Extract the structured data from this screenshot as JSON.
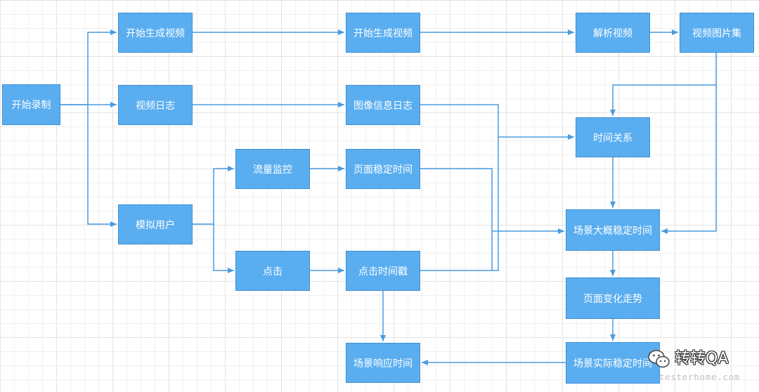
{
  "nodes": {
    "start_recording": "开始录制",
    "start_gen_video_1": "开始生成视频",
    "video_log": "视频日志",
    "simulate_user": "模拟用户",
    "traffic_monitor": "流量监控",
    "click": "点击",
    "start_gen_video_2": "开始生成视频",
    "image_info_log": "图像信息日志",
    "page_stable_time": "页面稳定时间",
    "click_timestamp": "点击时间戳",
    "scene_response_time": "场景响应时间",
    "parse_video": "解析视频",
    "video_image_set": "视频图片集",
    "time_relation": "时间关系",
    "scene_approx_stable_time": "场景大概稳定时间",
    "page_change_trend": "页面变化走势",
    "scene_actual_stable_time": "场景实际稳定时间"
  },
  "watermark": {
    "title": "转转QA",
    "subtitle": "testerhome.com"
  },
  "colors": {
    "node_fill": "#5aaef0",
    "node_border": "#3d8fd4",
    "edge": "#4a9be0"
  }
}
